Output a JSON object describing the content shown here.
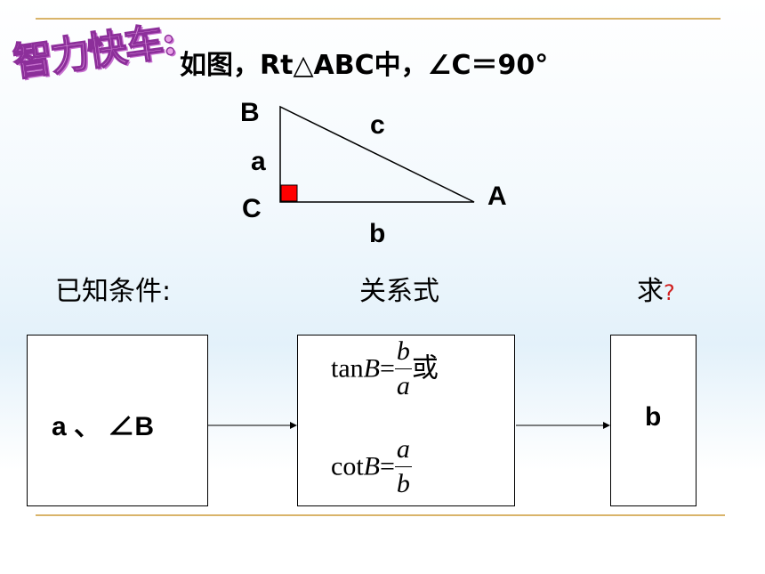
{
  "brand_text": "智力快车:",
  "problem_text": "如图，Rt△ABC中，∠C＝90°",
  "triangle": {
    "vertex_b": "B",
    "vertex_c": "C",
    "vertex_a": "A",
    "side_a": "a",
    "side_b": "b",
    "side_c": "c",
    "right_angle_color": "#ff0000"
  },
  "headings": {
    "known": "已知条件:",
    "relation": "关系式",
    "find": "求",
    "find_mark": "?"
  },
  "boxes": {
    "known_value": "a 、 ∠B",
    "result_value": "b"
  },
  "formulas": {
    "tan_fn": "tan",
    "tan_var": "B",
    "tan_eq": "=",
    "tan_num": "b",
    "tan_den": "a",
    "tan_or": "或",
    "cot_fn": "cot",
    "cot_var": "B",
    "cot_eq": "=",
    "cot_num": "a",
    "cot_den": "b"
  },
  "colors": {
    "accent_rule": "#d9b46a",
    "brand_fill": "#e9a3e8",
    "brand_stroke": "#8c2f9a",
    "question_mark": "#d02020"
  }
}
